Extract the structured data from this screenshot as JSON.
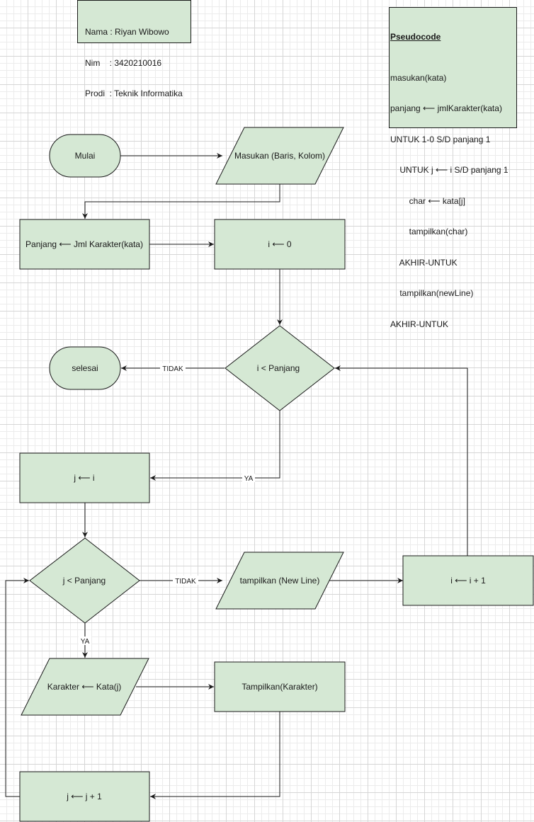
{
  "colors": {
    "fill": "#d5e8d4",
    "stroke": "#1a1a1a",
    "grid": "#d6d6d6"
  },
  "info": {
    "lines": [
      "Nama : Riyan Wibowo",
      "Nim    : 3420210016",
      "Prodi  : Teknik Informatika"
    ]
  },
  "pseudocode": {
    "title": "Pseudocode",
    "lines": [
      "masukan(kata)",
      "panjang ⟵ jmlKarakter(kata)",
      "UNTUK 1-0 S/D panjang 1",
      "    UNTUK j ⟵ i S/D panjang 1",
      "        char ⟵ kata[j]",
      "        tampilkan(char)",
      "    AKHIR-UNTUK",
      "    tampilkan(newLine)",
      "AKHIR-UNTUK"
    ]
  },
  "nodes": {
    "mulai": "Mulai",
    "masukan": "Masukan (Baris, Kolom)",
    "panjang": "Panjang ⟵ Jml Karakter(kata)",
    "i_init": "i ⟵ 0",
    "cond_i": "i < Panjang",
    "selesai": "selesai",
    "j_init": "j ⟵ i",
    "cond_j": "j < Panjang",
    "newline": "tampilkan (New Line)",
    "i_inc": "i ⟵ i + 1",
    "karakter": "Karakter ⟵ Kata(j)",
    "tampil": "Tampilkan(Karakter)",
    "j_inc": "j ⟵ j + 1"
  },
  "edges": {
    "tidak_i": "TIDAK",
    "ya_i": "YA",
    "tidak_j": "TIDAK",
    "ya_j": "YA"
  }
}
